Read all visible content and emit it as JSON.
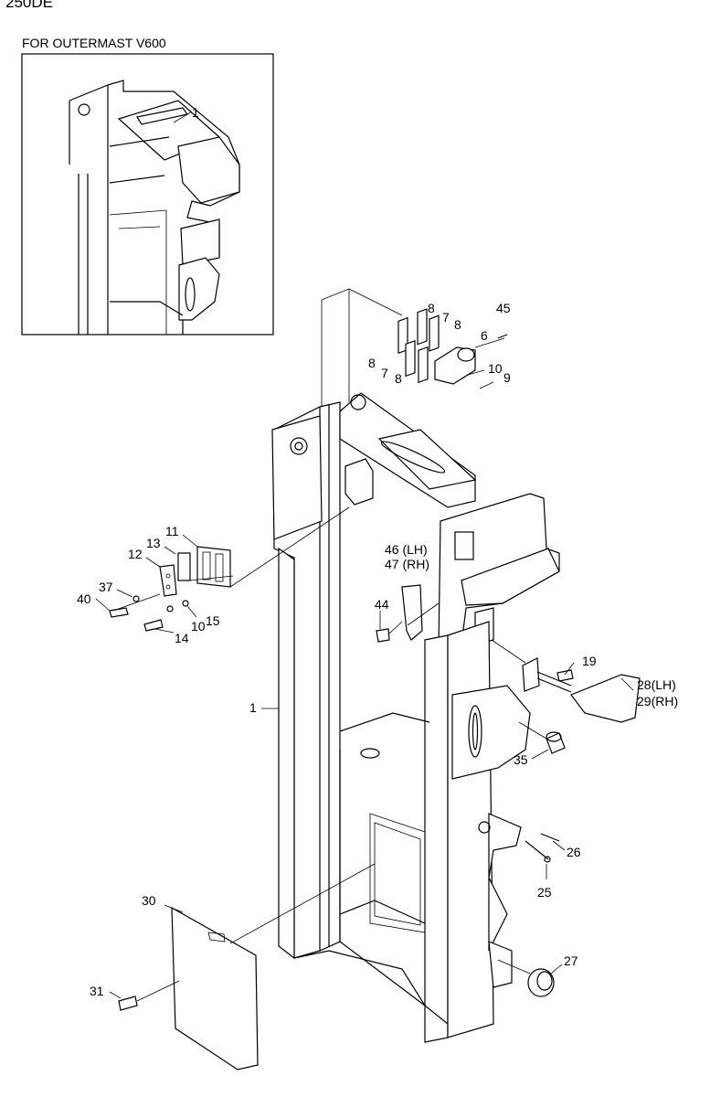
{
  "header": {
    "model": "250DE"
  },
  "inset": {
    "title": "FOR OUTERMAST V600",
    "callout": "1"
  },
  "callouts": [
    {
      "id": "c8a",
      "text": "8"
    },
    {
      "id": "c7a",
      "text": "7"
    },
    {
      "id": "c8b",
      "text": "8"
    },
    {
      "id": "c45",
      "text": "45"
    },
    {
      "id": "c6",
      "text": "6"
    },
    {
      "id": "c8c",
      "text": "8"
    },
    {
      "id": "c7b",
      "text": "7"
    },
    {
      "id": "c8d",
      "text": "8"
    },
    {
      "id": "c10a",
      "text": "10"
    },
    {
      "id": "c9",
      "text": "9"
    },
    {
      "id": "c11",
      "text": "11"
    },
    {
      "id": "c13",
      "text": "13"
    },
    {
      "id": "c12",
      "text": "12"
    },
    {
      "id": "c37",
      "text": "37"
    },
    {
      "id": "c40",
      "text": "40"
    },
    {
      "id": "c10b",
      "text": "10"
    },
    {
      "id": "c15",
      "text": "15"
    },
    {
      "id": "c14",
      "text": "14"
    },
    {
      "id": "c46",
      "text": "46 (LH)"
    },
    {
      "id": "c47",
      "text": "47 (RH)"
    },
    {
      "id": "c44",
      "text": "44"
    },
    {
      "id": "c19",
      "text": "19"
    },
    {
      "id": "c28",
      "text": "28(LH)"
    },
    {
      "id": "c29",
      "text": "29(RH)"
    },
    {
      "id": "c1",
      "text": "1"
    },
    {
      "id": "c35",
      "text": "35"
    },
    {
      "id": "c26",
      "text": "26"
    },
    {
      "id": "c25",
      "text": "25"
    },
    {
      "id": "c30",
      "text": "30"
    },
    {
      "id": "c27",
      "text": "27"
    },
    {
      "id": "c31",
      "text": "31"
    }
  ]
}
